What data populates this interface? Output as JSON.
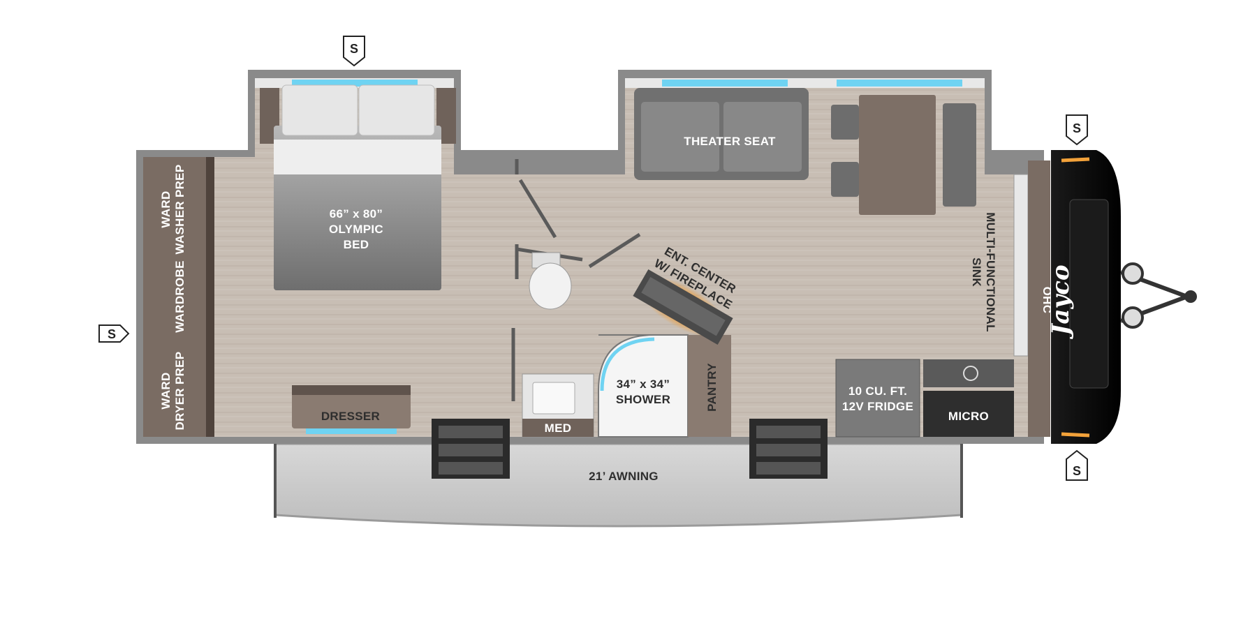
{
  "floorplan": {
    "brand_logo": "Jayco",
    "slide_marker": "S",
    "labels": {
      "ward_washer_1": "WARD",
      "ward_washer_2": "WASHER PREP",
      "wardrobe": "WARDROBE",
      "ward_dryer_1": "WARD",
      "ward_dryer_2": "DRYER PREP",
      "bed_1": "66” x 80”",
      "bed_2": "OLYMPIC",
      "bed_3": "BED",
      "dresser": "DRESSER",
      "theater_seat": "THEATER SEAT",
      "ent_center_1": "ENT. CENTER",
      "ent_center_2": "W/ FIREPLACE",
      "shower_1": "34” x 34”",
      "shower_2": "SHOWER",
      "med": "MED",
      "pantry": "PANTRY",
      "fridge_1": "10 CU. FT.",
      "fridge_2": "12V FRIDGE",
      "micro": "MICRO",
      "sink_1": "MULTI-FUNCTIONAL",
      "sink_2": "SINK",
      "ohc": "OHC",
      "awning": "21’ AWNING"
    },
    "colors": {
      "floor": "#c7bcb2",
      "wall": "#8c8c8c",
      "wood_dark": "#6f625a",
      "furniture_gray": "#6d6d6d",
      "awning": "#cfcfcf",
      "accent_glow": "#f3a23a",
      "window_blue": "#6fd3f2"
    }
  }
}
